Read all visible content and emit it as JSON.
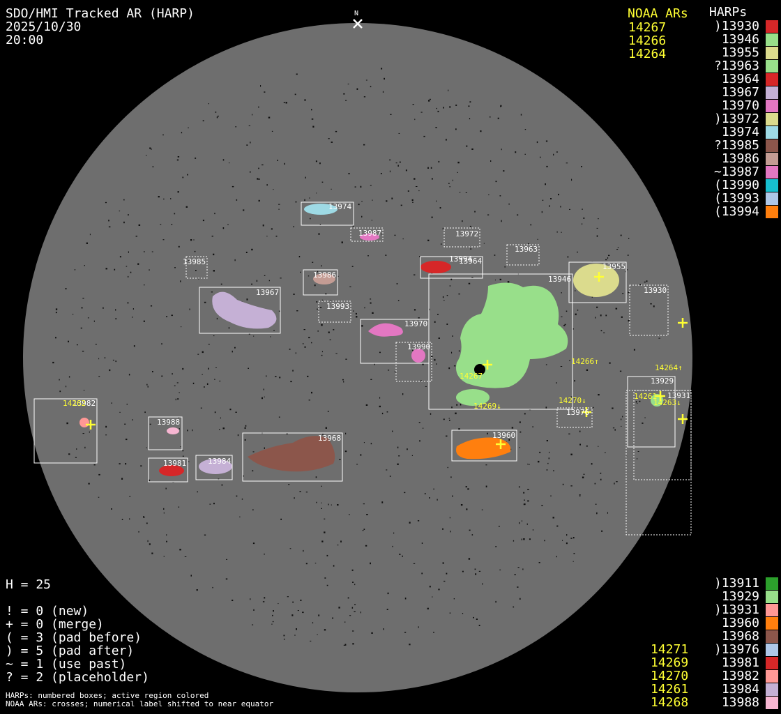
{
  "header": {
    "title": "SDO/HMI Tracked AR (HARP)",
    "date": "2025/10/30",
    "time": "20:00",
    "north_marker": "N"
  },
  "noaa_header": "NOAA ARs",
  "noaa_top": [
    "14267",
    "14266",
    "14264"
  ],
  "harps_header": "HARPs",
  "harps_top": [
    {
      "label": ")13930",
      "color": "#d62728"
    },
    {
      "label": "13946",
      "color": "#98df8a"
    },
    {
      "label": "13955",
      "color": "#dbdb8d"
    },
    {
      "label": "?13963",
      "color": "#98df8a"
    },
    {
      "label": "13964",
      "color": "#d62728"
    },
    {
      "label": "13967",
      "color": "#c5b0d5"
    },
    {
      "label": "13970",
      "color": "#e377c2"
    },
    {
      "label": ")13972",
      "color": "#dbdb8d"
    },
    {
      "label": "13974",
      "color": "#9edae5"
    },
    {
      "label": "?13985",
      "color": "#8c564b"
    },
    {
      "label": "13986",
      "color": "#c49c94"
    },
    {
      "label": "~13987",
      "color": "#e377c2"
    },
    {
      "label": "(13990",
      "color": "#17becf"
    },
    {
      "label": "(13993",
      "color": "#aec7e8"
    },
    {
      "label": "(13994",
      "color": "#ff7f0e"
    }
  ],
  "harps_bottom": [
    {
      "label": ")13911",
      "color": "#2ca02c"
    },
    {
      "label": "13929",
      "color": "#98df8a"
    },
    {
      "label": ")13931",
      "color": "#ff9896"
    },
    {
      "label": "13960",
      "color": "#ff7f0e"
    },
    {
      "label": "13968",
      "color": "#8c564b"
    },
    {
      "label": ")13976",
      "color": "#aec7e8"
    },
    {
      "label": "13981",
      "color": "#d62728"
    },
    {
      "label": "13982",
      "color": "#ff9896"
    },
    {
      "label": "13984",
      "color": "#c5b0d5"
    },
    {
      "label": "13988",
      "color": "#f7b6d2"
    }
  ],
  "noaa_bottom": [
    "14271",
    "14269",
    "14270",
    "14261",
    "14268"
  ],
  "stats": {
    "h": "H = 25",
    "lines": [
      "! = 0 (new)",
      "+ = 0 (merge)",
      "( = 3 (pad before)",
      ") = 5 (pad after)",
      "~ = 1 (use past)",
      "? = 2 (placeholder)"
    ]
  },
  "footer": {
    "line1": "HARPs: numbered boxes; active region colored",
    "line2": "NOAA ARs: crosses; numerical label shifted to near equator"
  },
  "disk_labels": {
    "13974": "13974",
    "13987": "13987",
    "13972": "13972",
    "13963": "13963",
    "13985": "13985",
    "13986": "13986",
    "13994": "13994",
    "13964": "13964",
    "13955": "13955",
    "13946": "13946",
    "13967": "13967",
    "13993": "13993",
    "13930": "13930",
    "13970": "13970",
    "13990": "13990",
    "13929": "13929",
    "13931": "13931",
    "13988": "13988",
    "13968": "13968",
    "13960": "13960",
    "13981": "13981",
    "13984": "13984",
    "13982": "13982",
    "13976": "13976"
  },
  "noaa_disk_labels": {
    "14266": "14266↑",
    "14264": "14264↑",
    "14270": "14270↓",
    "14269": "14269↓",
    "14267": "14267",
    "14263": "14263↓",
    "14261": "14261",
    "14262": "14262"
  },
  "colors": {
    "disk": "#6e6e6e",
    "noaa_yellow": "#ffff33"
  }
}
